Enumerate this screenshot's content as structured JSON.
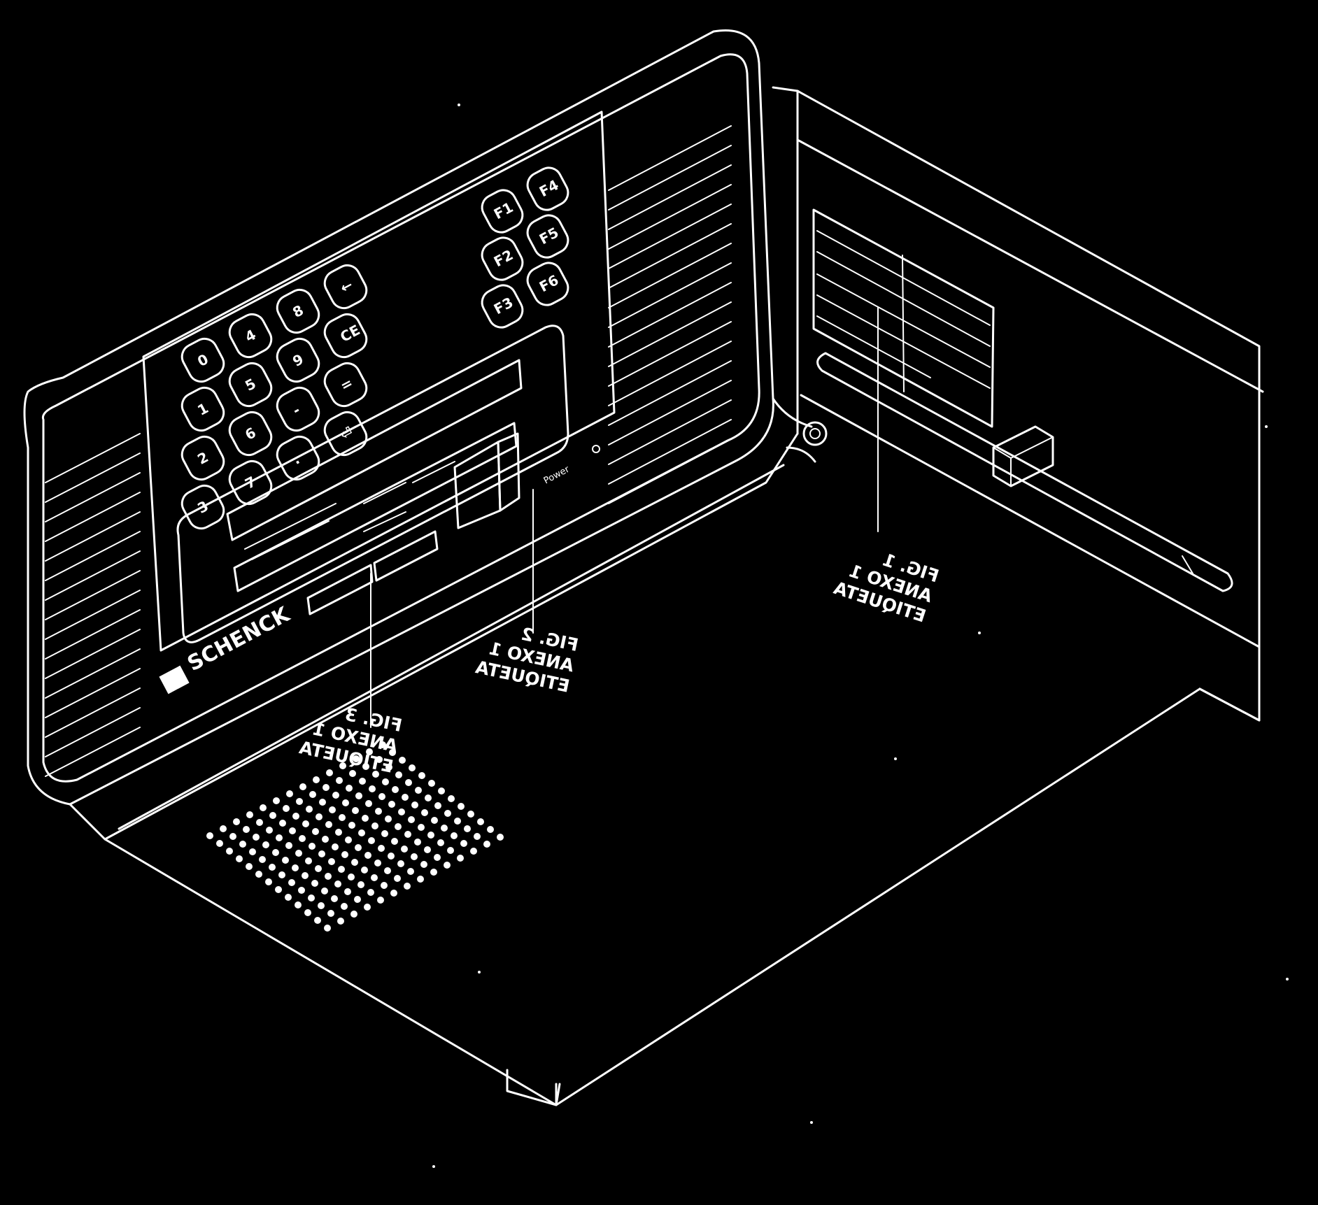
{
  "drawing": {
    "brand": "SCHENCK",
    "power_label": "Power"
  },
  "callouts": [
    {
      "id": "front-lower",
      "lines": [
        "ETIQUETA",
        "ANEXO 1",
        "FIG. 3"
      ]
    },
    {
      "id": "front-upper",
      "lines": [
        "ETIQUETA",
        "ANEXO 1",
        "FIG. 2"
      ]
    },
    {
      "id": "side",
      "lines": [
        "ETIQUETA",
        "ANEXO 1",
        "FIG. 1"
      ]
    }
  ],
  "keypad": {
    "keys": [
      "0",
      "1",
      "2",
      "3",
      "4",
      "5",
      "6",
      "7",
      "8",
      "9",
      "-",
      ".",
      "←",
      "CE",
      "=",
      "⏎"
    ],
    "function_keys": [
      "F1",
      "F2",
      "F3",
      "F4",
      "F5",
      "F6"
    ]
  }
}
